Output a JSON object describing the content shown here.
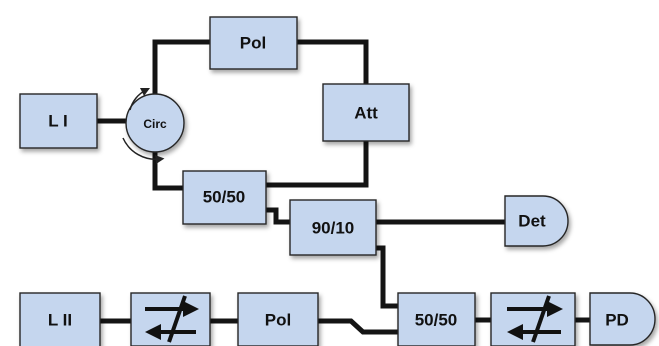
{
  "labels": {
    "laser_1": "L I",
    "laser_2": "L II",
    "circulator": "Circ",
    "polarizer_top": "Pol",
    "attenuator": "Att",
    "coupler_50_50_top": "50/50",
    "coupler_90_10": "90/10",
    "detector": "Det",
    "polarizer_bottom": "Pol",
    "coupler_50_50_bottom": "50/50",
    "photodiode": "PD"
  },
  "isolator_icons": [
    "isolator-icon",
    "isolator-icon"
  ],
  "colors": {
    "component_fill": "#c5d6ee",
    "wire": "#141414"
  }
}
